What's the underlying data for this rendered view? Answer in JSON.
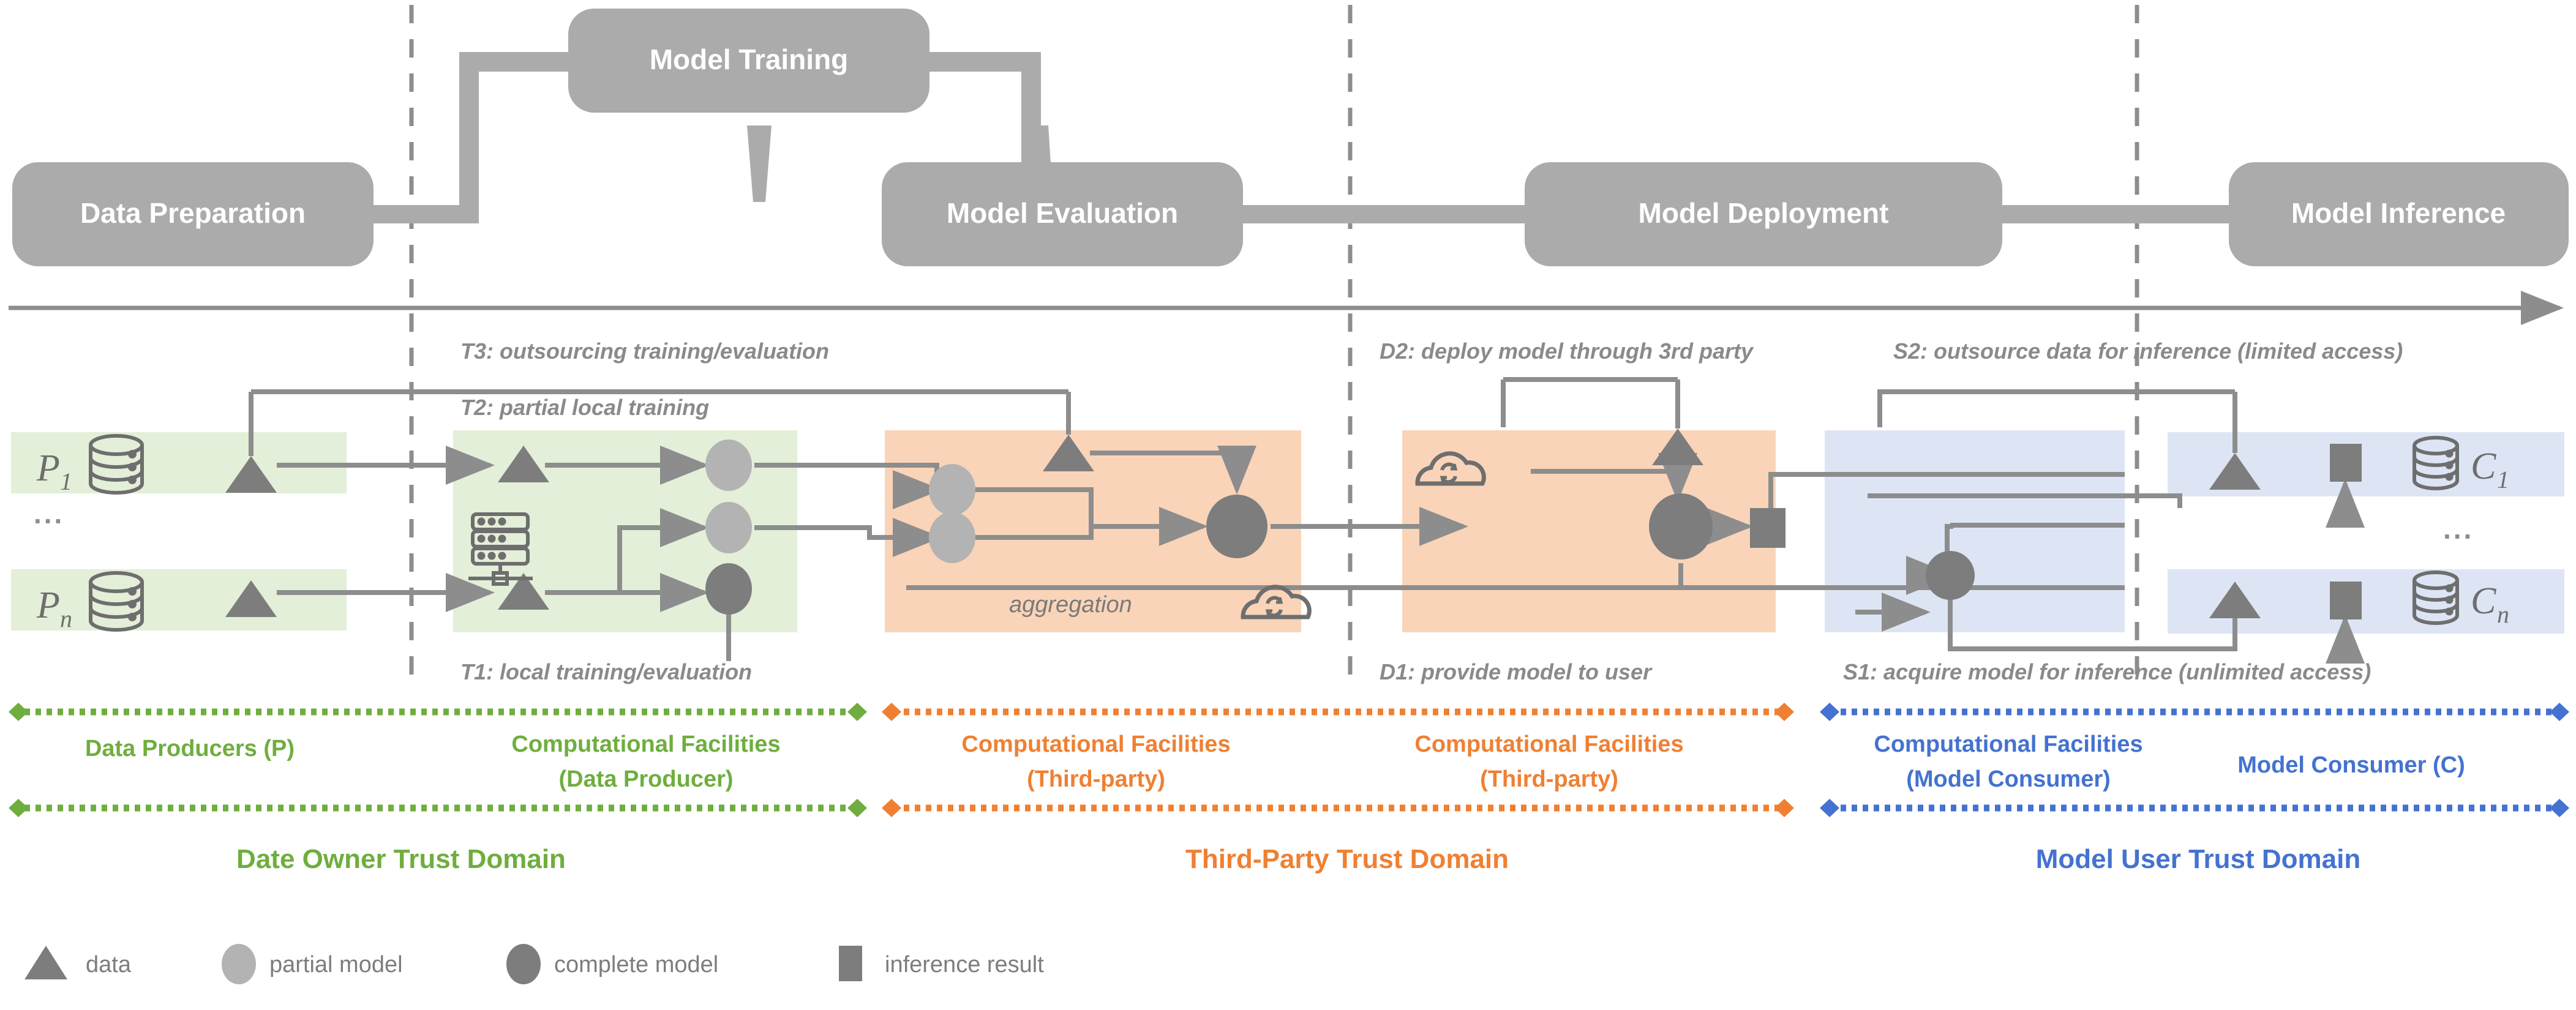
{
  "pipeline": {
    "stages": [
      {
        "id": "data-preparation",
        "label": "Data Preparation"
      },
      {
        "id": "model-training",
        "label": "Model Training"
      },
      {
        "id": "model-evaluation",
        "label": "Model Evaluation"
      },
      {
        "id": "model-deployment",
        "label": "Model Deployment"
      },
      {
        "id": "model-inference",
        "label": "Model Inference"
      }
    ]
  },
  "flows": {
    "t3": "T3: outsourcing training/evaluation",
    "t2": "T2: partial local training",
    "t1": "T1: local training/evaluation",
    "d2": "D2: deploy model through 3rd party",
    "d1": "D1: provide model to user",
    "s2": "S2: outsource data for inference (limited access)",
    "s1": "S1: acquire model for inference (unlimited access)"
  },
  "panels": {
    "aggregation_label": "aggregation",
    "producers": [
      {
        "letter": "P",
        "sub": "1"
      },
      {
        "letter": "P",
        "sub": "n"
      }
    ],
    "consumers": [
      {
        "letter": "C",
        "sub": "1"
      },
      {
        "letter": "C",
        "sub": "n"
      }
    ],
    "producer_ellipsis": "...",
    "consumer_ellipsis": "..."
  },
  "facilities": [
    {
      "id": "data-producers",
      "line1": "Data Producers (P)",
      "line2": "",
      "color": "#6fae3e"
    },
    {
      "id": "cf-data-producer",
      "line1": "Computational Facilities",
      "line2": "(Data Producer)",
      "color": "#6fae3e"
    },
    {
      "id": "cf-third-party-1",
      "line1": "Computational Facilities",
      "line2": "(Third-party)",
      "color": "#ef8033"
    },
    {
      "id": "cf-third-party-2",
      "line1": "Computational Facilities",
      "line2": "(Third-party)",
      "color": "#ef8033"
    },
    {
      "id": "cf-model-consumer",
      "line1": "Computational Facilities",
      "line2": "(Model Consumer)",
      "color": "#4472d0"
    },
    {
      "id": "model-consumer",
      "line1": "Model Consumer (C)",
      "line2": "",
      "color": "#4472d0"
    }
  ],
  "trust_domains": [
    {
      "id": "data-owner",
      "label": "Date Owner Trust Domain",
      "color": "#6fae3e"
    },
    {
      "id": "third-party",
      "label": "Third-Party Trust Domain",
      "color": "#ef8033"
    },
    {
      "id": "model-user",
      "label": "Model User Trust Domain",
      "color": "#4472d0"
    }
  ],
  "legend": [
    {
      "shape": "triangle",
      "label": "data"
    },
    {
      "shape": "circle-light",
      "label": "partial model"
    },
    {
      "shape": "circle-dark",
      "label": "complete model"
    },
    {
      "shape": "square",
      "label": "inference result"
    }
  ],
  "colors": {
    "stage_fill": "#ababab",
    "connector": "#ababab",
    "panel_green": "#e3efd8",
    "panel_orange": "#fad4b8",
    "panel_blue": "#dde5f5",
    "glyph_dark": "#7d7d7d",
    "glyph_light": "#b3b3b3",
    "line": "#8d8d8d",
    "divider": "#8d8d8d",
    "green": "#6fae3e",
    "orange": "#ef8033",
    "blue": "#4472d0"
  }
}
